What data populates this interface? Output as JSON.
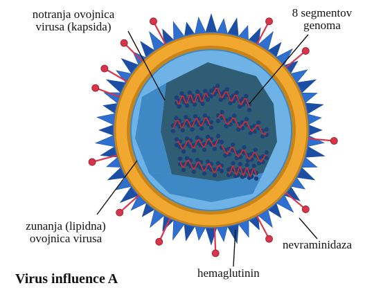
{
  "labels": {
    "capsid": [
      "notranja ovojnica",
      "virusa (kapsida)"
    ],
    "genome": [
      "8 segmentov",
      "genoma"
    ],
    "lipid": [
      "zunanja (lipidna)",
      "ovojnica virusa"
    ],
    "neuraminidase": "nevraminidaza",
    "hemagglutinin": "hemaglutinin",
    "title": "Virus influence A"
  },
  "colors": {
    "spikes": "#2f6fd0",
    "spike_dark": "#1c4fa3",
    "lipid": "#f0a830",
    "lipid_dark": "#c98418",
    "capsid": "#6fb3e6",
    "capsid_dark": "#3f88c6",
    "core": "#2f5e74",
    "rna": "#d82a2a",
    "nucleo": "#1d3f78",
    "knob": "#d8344a"
  }
}
